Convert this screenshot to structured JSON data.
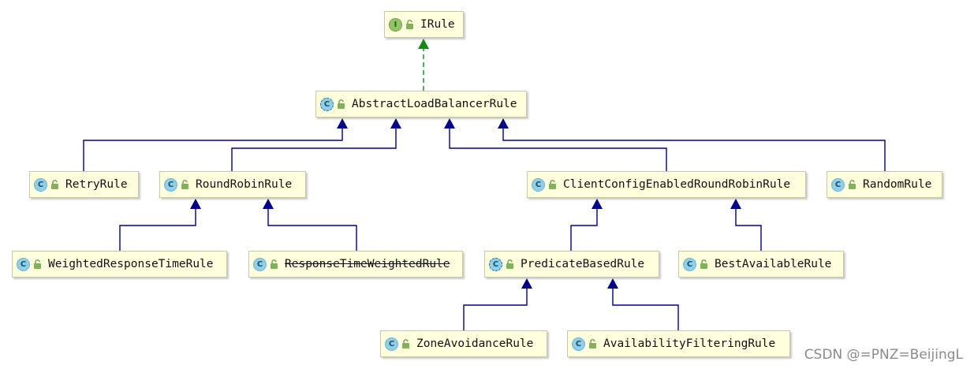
{
  "nodes": [
    {
      "id": "irule",
      "kind": "interface",
      "badge": "I",
      "label": "IRule"
    },
    {
      "id": "abstract",
      "kind": "abstract",
      "badge": "C",
      "label": "AbstractLoadBalancerRule"
    },
    {
      "id": "retry",
      "kind": "class",
      "badge": "C",
      "label": "RetryRule"
    },
    {
      "id": "roundrobin",
      "kind": "class",
      "badge": "C",
      "label": "RoundRobinRule"
    },
    {
      "id": "clientconfig",
      "kind": "class",
      "badge": "C",
      "label": "ClientConfigEnabledRoundRobinRule"
    },
    {
      "id": "random",
      "kind": "class",
      "badge": "C",
      "label": "RandomRule"
    },
    {
      "id": "weighted",
      "kind": "class",
      "badge": "C",
      "label": "WeightedResponseTimeRule"
    },
    {
      "id": "responsetime",
      "kind": "class",
      "badge": "C",
      "label": "ResponseTimeWeightedRule",
      "deprecated": true
    },
    {
      "id": "predicate",
      "kind": "abstract",
      "badge": "C",
      "label": "PredicateBasedRule"
    },
    {
      "id": "bestavailable",
      "kind": "class",
      "badge": "C",
      "label": "BestAvailableRule"
    },
    {
      "id": "zoneavoidance",
      "kind": "class",
      "badge": "C",
      "label": "ZoneAvoidanceRule"
    },
    {
      "id": "availability",
      "kind": "class",
      "badge": "C",
      "label": "AvailabilityFilteringRule"
    }
  ],
  "edges": [
    {
      "from": "abstract",
      "to": "irule",
      "type": "implements"
    },
    {
      "from": "retry",
      "to": "abstract",
      "type": "extends"
    },
    {
      "from": "roundrobin",
      "to": "abstract",
      "type": "extends"
    },
    {
      "from": "clientconfig",
      "to": "abstract",
      "type": "extends"
    },
    {
      "from": "random",
      "to": "abstract",
      "type": "extends"
    },
    {
      "from": "weighted",
      "to": "roundrobin",
      "type": "extends"
    },
    {
      "from": "responsetime",
      "to": "roundrobin",
      "type": "extends"
    },
    {
      "from": "predicate",
      "to": "clientconfig",
      "type": "extends"
    },
    {
      "from": "bestavailable",
      "to": "clientconfig",
      "type": "extends"
    },
    {
      "from": "zoneavoidance",
      "to": "predicate",
      "type": "extends"
    },
    {
      "from": "availability",
      "to": "predicate",
      "type": "extends"
    }
  ],
  "colors": {
    "extends": "#00008b",
    "implements": "#118b11"
  },
  "watermark": "CSDN @=PNZ=BeijingL"
}
